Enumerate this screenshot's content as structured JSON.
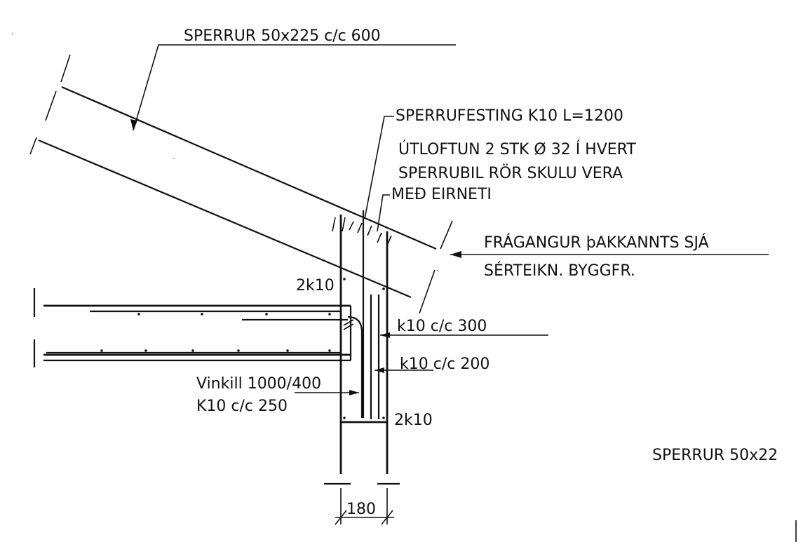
{
  "labels": {
    "rafters": "SPERRUR 50x225 c/c 600",
    "rafter_fixing": "SPERRUFESTING K10 L=1200",
    "ventilation_1": "ÚTLOFTUN 2 STK Ø 32 Í HVERT",
    "ventilation_2": "SPERRUBIL RÖR SKULU VERA",
    "ventilation_3": "MEÐ EIRNETI",
    "eaves_1": "FRÁGANGUR þAKKANNTS SJÁ",
    "eaves_2": "SÉRTEIKN. BYGGFR.",
    "rebar_top": "2k10",
    "stirrup_300": "k10 c/c 300",
    "stirrup_200": "k10 c/c 200",
    "angle_1": "Vinkill 1000/400",
    "angle_2": "K10 c/c 250",
    "rebar_bottom": "2k10",
    "rafters_cut": "SPERRUR 50x22",
    "dimension": "180"
  }
}
